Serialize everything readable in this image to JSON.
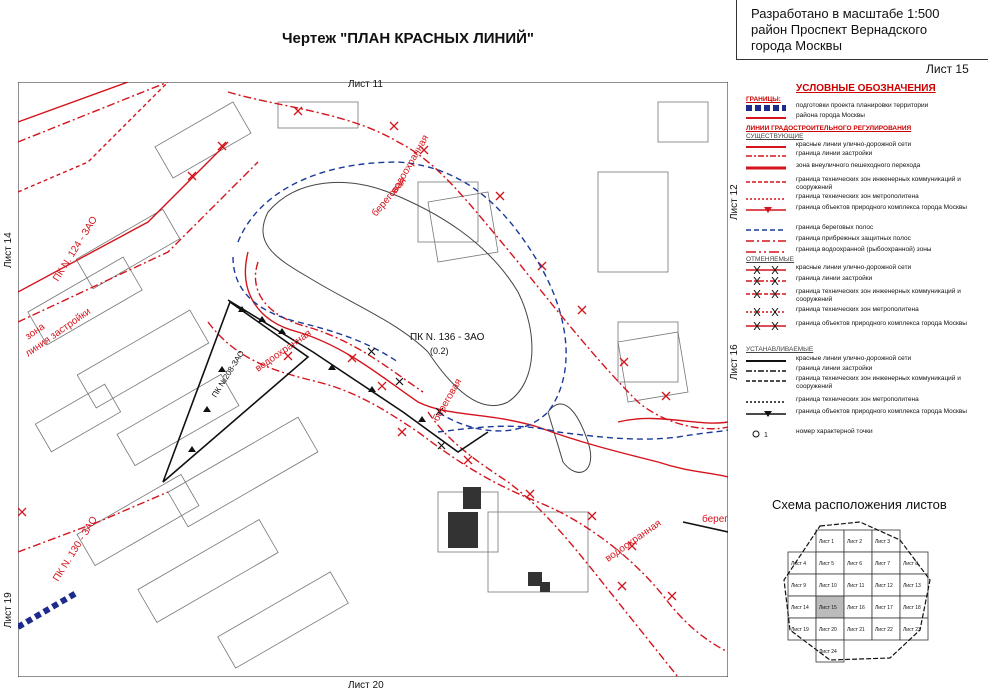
{
  "title": "Чертеж \"ПЛАН КРАСНЫХ ЛИНИЙ\"",
  "stamp": {
    "line1": "Разработано в масштабе 1:500",
    "line2": "район Проспект Вернадского",
    "line3": "города Москвы"
  },
  "sheet_number": "Лист 15",
  "adjacent_sheets": {
    "top": "Лист 11",
    "bottom": "Лист 20",
    "left_upper": "Лист 14",
    "left_lower": "Лист 19",
    "right_upper": "Лист 12",
    "right_lower": "Лист 16"
  },
  "map_labels": {
    "pk136": "ПК N. 136 - ЗАО",
    "pk136_sub": "(0.2)",
    "pk208": "ПК №208-ЗАО",
    "pk124": "ПК N. 124 - ЗАО",
    "pk130": "ПК N. 130 - ЗАО",
    "beregovaya1": "береговая",
    "beregovaya2": "береговая",
    "beregovaya3": "берег",
    "vodookhr1": "водоохранная",
    "vodookhr2": "водоохранная",
    "vodookhr3": "водоохранная",
    "zona": "зона",
    "zastroyki": "линия застройки"
  },
  "legend": {
    "title": "УСЛОВНЫЕ ОБОЗНАЧЕНИЯ",
    "sec_boundaries": "ГРАНИЦЫ:",
    "boundary_1": "подготовки проекта планировки территории",
    "boundary_2": "района города Москвы",
    "sec_lines": "ЛИНИИ ГРАДОСТРОИТЕЛЬНОГО РЕГУЛИРОВАНИЯ",
    "sub_existing": "СУЩЕСТВУЮЩИЕ",
    "existing": [
      "красные линии улично-дорожной сети",
      "граница линии застройки",
      "зона внеуличного пешеходного перехода",
      "граница технических зон инженерных коммуникаций и сооружений",
      "граница технических зон метрополитена",
      "граница объектов природного комплекса города Москвы",
      "граница береговых полос",
      "граница прибрежных защитных полос",
      "граница водоохранной (рыбоохранной) зоны"
    ],
    "sub_cancelled": "ОТМЕНЯЕМЫЕ",
    "cancelled": [
      "красные линии улично-дорожной сети",
      "граница линии застройки",
      "граница технических зон инженерных коммуникаций и сооружений",
      "граница технических зон метрополитена",
      "граница объектов природного комплекса города Москвы"
    ],
    "sub_established": "УСТАНАВЛИВАЕМЫЕ",
    "established": [
      "красные линии улично-дорожной сети",
      "граница линии застройки",
      "граница технических зон инженерных коммуникаций и сооружений",
      "граница технических зон метрополитена",
      "граница объектов природного комплекса города Москвы",
      "номер характерной точки"
    ]
  },
  "scheme": {
    "title": "Схема расположения листов",
    "sheets": [
      "Лист 1",
      "Лист 2",
      "Лист 3",
      "Лист 4",
      "Лист 5",
      "Лист 6",
      "Лист 7",
      "Лист 8",
      "Лист 9",
      "Лист 10",
      "Лист 11",
      "Лист 12",
      "Лист 13",
      "Лист 14",
      "Лист 15",
      "Лист 16",
      "Лист 17",
      "Лист 18",
      "Лист 19",
      "Лист 20",
      "Лист 21",
      "Лист 22",
      "Лист 23",
      "Лист 24"
    ],
    "highlighted": "Лист 15"
  },
  "colors": {
    "red_line": "#d4141c",
    "blue_dashed": "#1a3a9a",
    "black_line": "#111111",
    "building_outline": "#555555",
    "boundary_blue": "#1c2b8c"
  }
}
